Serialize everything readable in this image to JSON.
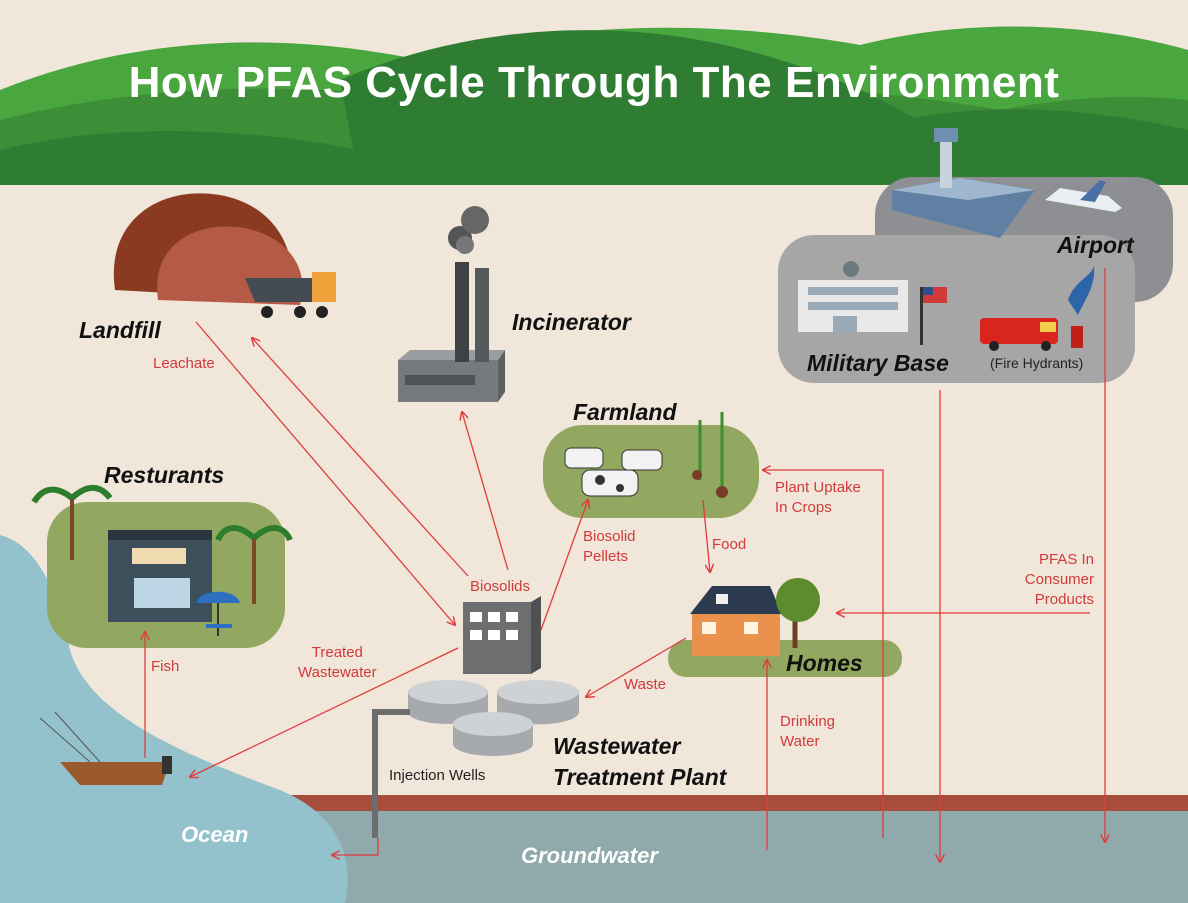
{
  "title": "How PFAS Cycle Through The Environment",
  "locations": {
    "landfill": "Landfill",
    "incinerator": "Incinerator",
    "farmland": "Farmland",
    "restaurants": "Resturants",
    "airport": "Airport",
    "military_base": "Military Base",
    "fire_hydrants": "(Fire Hydrants)",
    "homes": "Homes",
    "wastewater_treatment_plant_line1": "Wastewater",
    "wastewater_treatment_plant_line2": "Treatment Plant",
    "injection_wells": "Injection Wells",
    "ocean": "Ocean",
    "groundwater": "Groundwater"
  },
  "flows": {
    "leachate": "Leachate",
    "biosolids": "Biosolids",
    "biosolid_pellets_line1": "Biosolid",
    "biosolid_pellets_line2": "Pellets",
    "plant_uptake_line1": "Plant Uptake",
    "plant_uptake_line2": "In Crops",
    "food": "Food",
    "pfas_consumer_line1": "PFAS In",
    "pfas_consumer_line2": "Consumer",
    "pfas_consumer_line3": "Products",
    "treated_wastewater_line1": "Treated",
    "treated_wastewater_line2": "Wastewater",
    "fish": "Fish",
    "waste": "Waste",
    "drinking_water_line1": "Drinking",
    "drinking_water_line2": "Water"
  },
  "colors": {
    "background": "#f0e6da",
    "hills_dark": "#2f7d32",
    "hills_light": "#4aa63f",
    "arrow": "#e03c3c",
    "ocean": "#93c2cc",
    "groundwater": "#8fa9ad",
    "soil_band": "#a64d3c",
    "panel_green": "#92a760",
    "panel_gray": "#a3a3a3"
  }
}
